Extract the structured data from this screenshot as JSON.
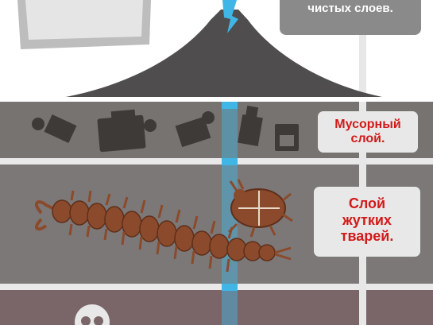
{
  "labels": {
    "top_text": "чистых слоев.",
    "trash_label_line1": "Мусорный",
    "trash_label_line2": "слой.",
    "creatures_label_line1": "Слой",
    "creatures_label_line2": "жутких",
    "creatures_label_line3": "тварей."
  },
  "colors": {
    "trash_layer": "#777371",
    "creatures_layer": "#7c7878",
    "bottom_layer": "#7a6668",
    "pipe": "#3fb6e6",
    "label_text": "#d11a1a",
    "creature_fill": "#8b4a2b"
  }
}
